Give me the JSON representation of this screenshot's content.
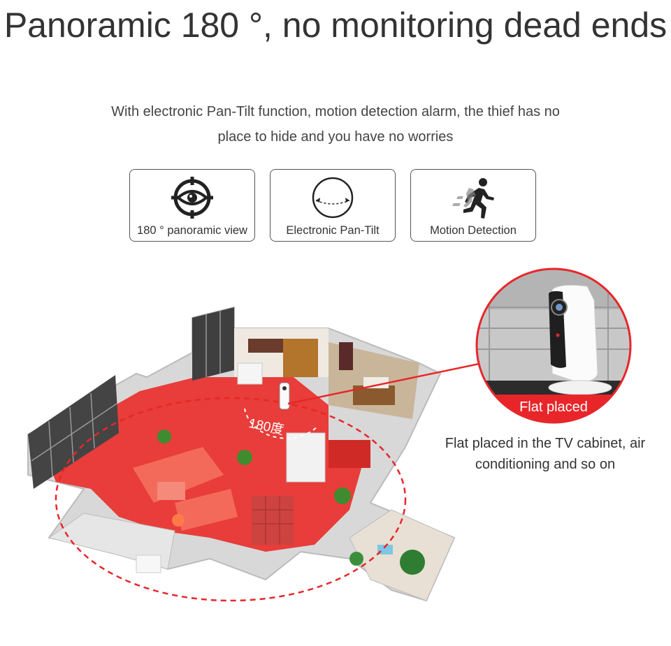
{
  "header": {
    "title": "Panoramic 180 °, no monitoring dead ends",
    "subtitle": "With electronic Pan-Tilt function, motion detection alarm, the thief has no place to hide and you have no worries"
  },
  "features": [
    {
      "label": "180 ° panoramic view",
      "icon": "eye-target-icon"
    },
    {
      "label": "Electronic Pan-Tilt",
      "icon": "pan-tilt-sphere-icon"
    },
    {
      "label": "Motion Detection",
      "icon": "running-person-icon"
    }
  ],
  "scene": {
    "angle_label": "180度",
    "zoom_label": "Flat placed",
    "caption": "Flat placed in the TV cabinet, air conditioning and so on"
  },
  "colors": {
    "accent_red": "#e8262a",
    "coverage_red": "#f0302f",
    "text": "#333333",
    "border": "#555555"
  }
}
